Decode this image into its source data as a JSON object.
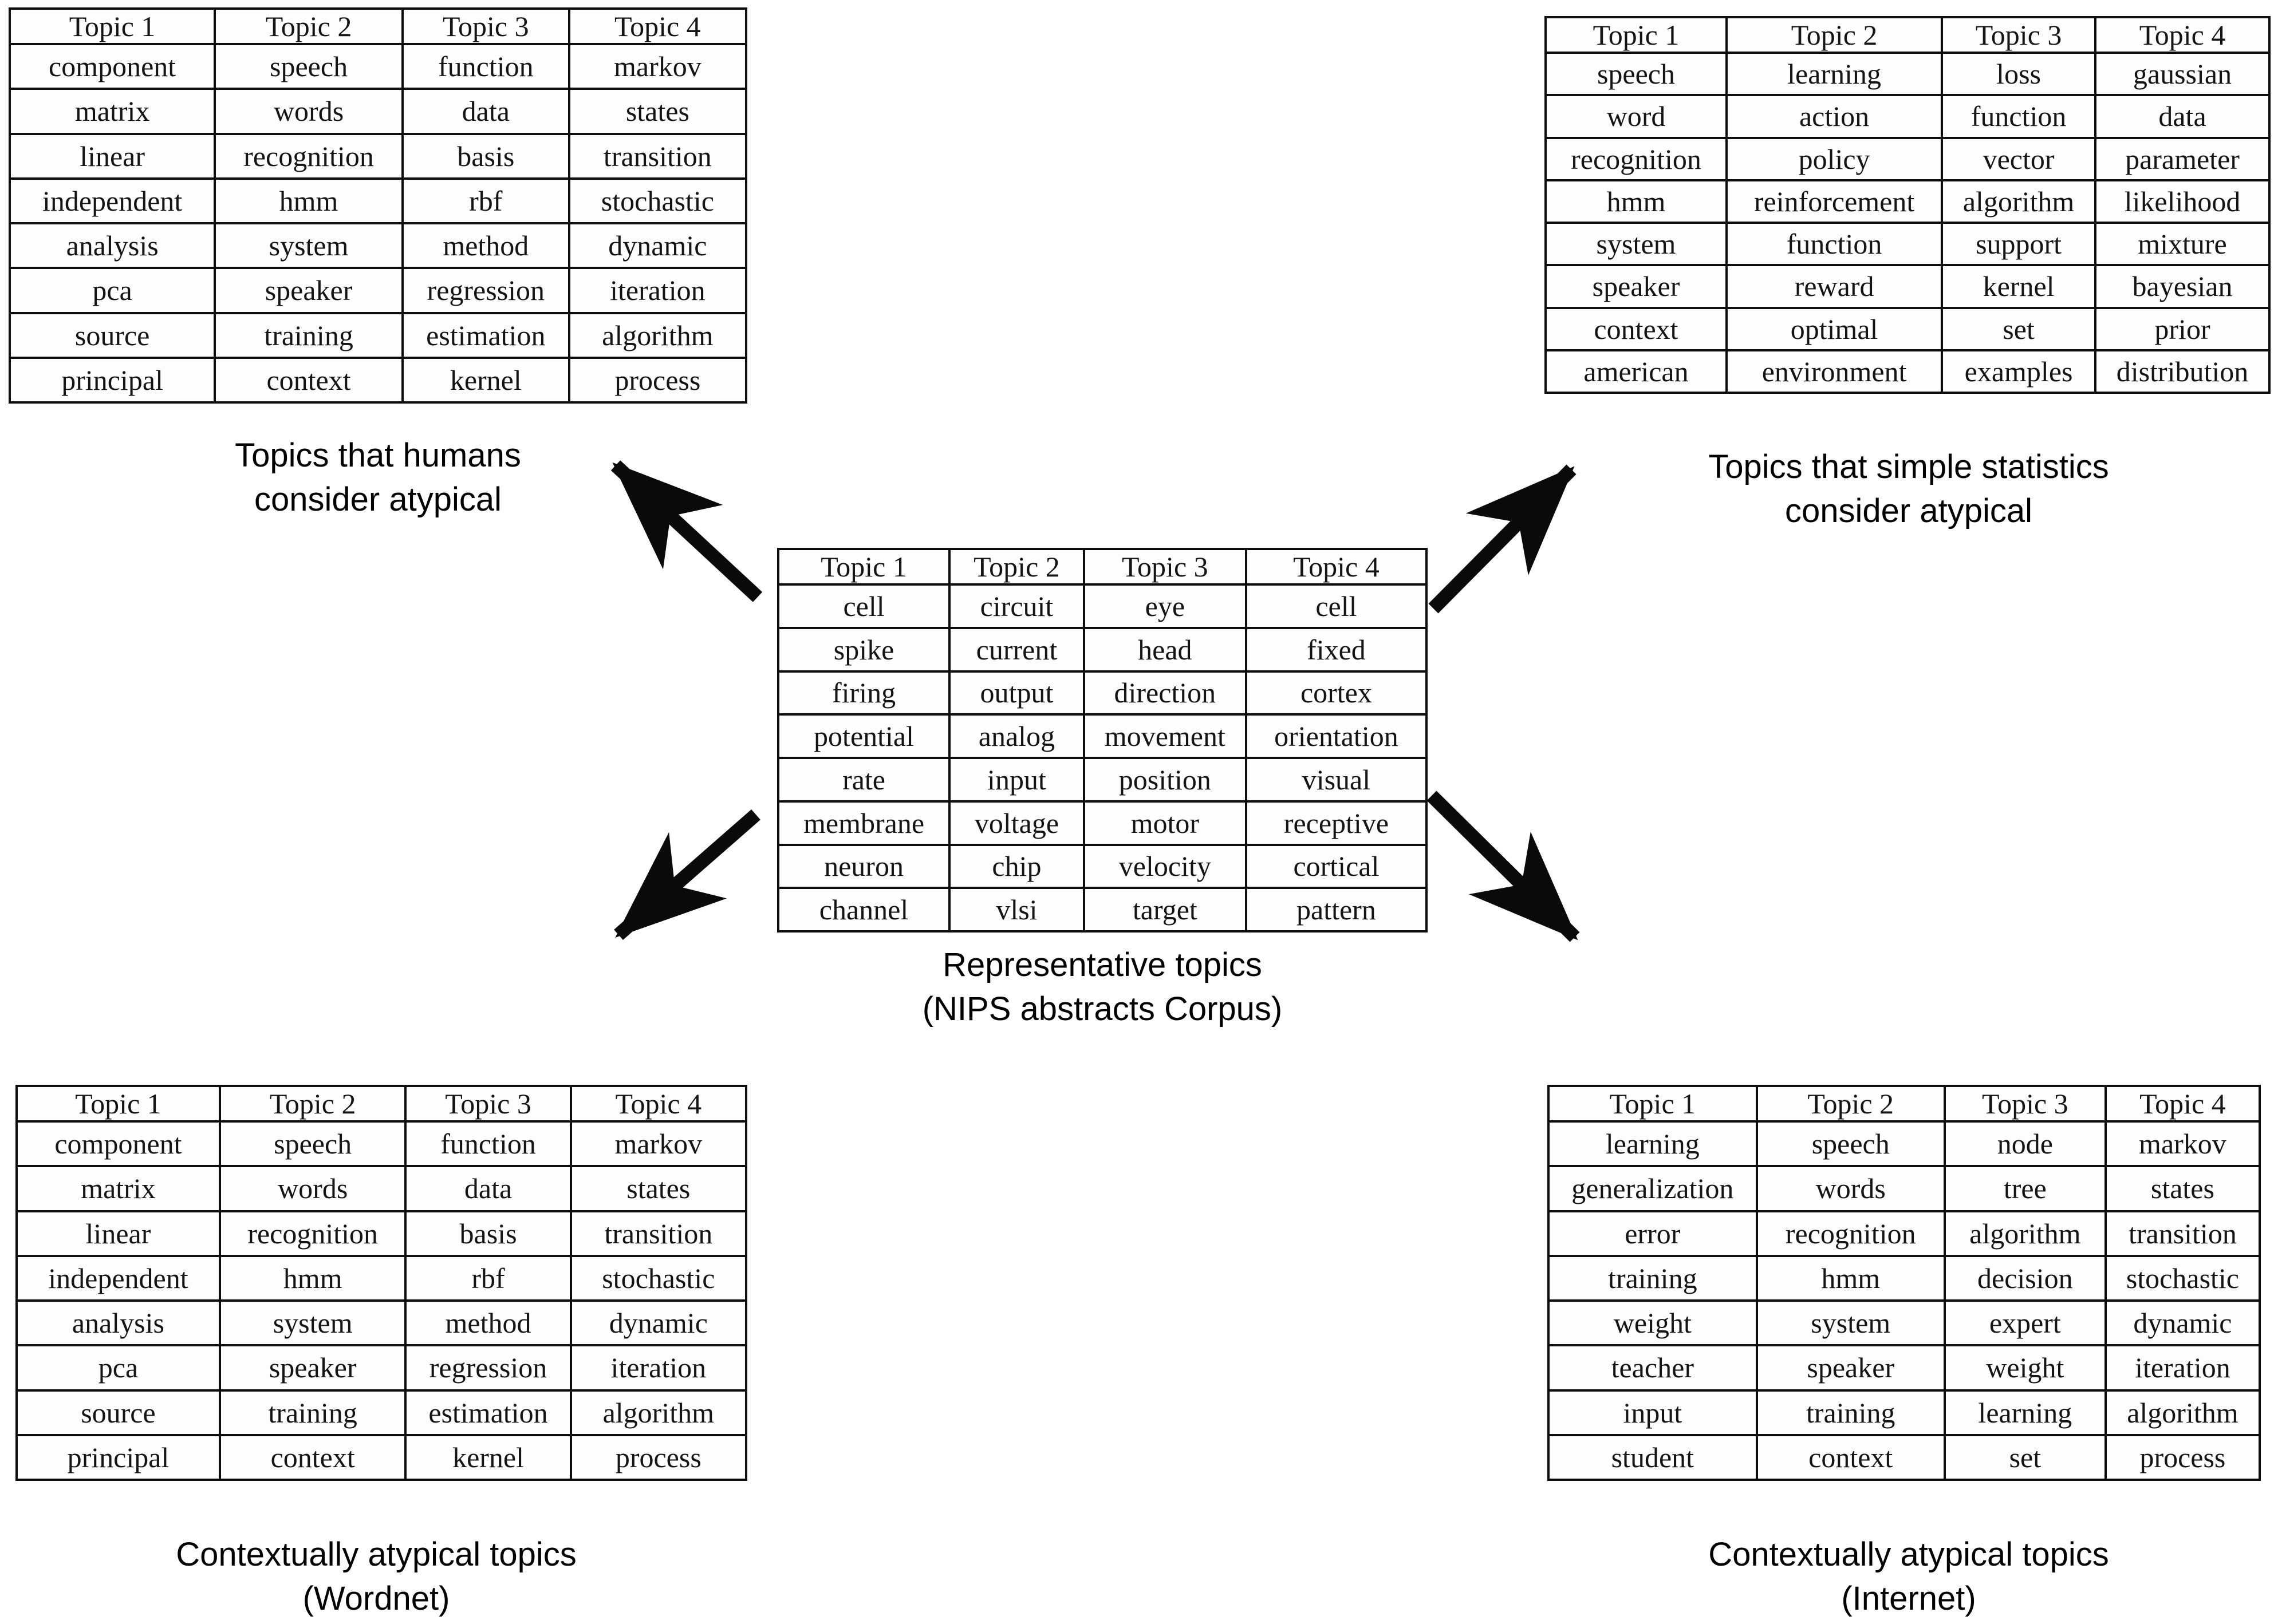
{
  "figure": {
    "center": {
      "caption_line1": "Representative topics",
      "caption_line2": "(NIPS abstracts Corpus)",
      "table": {
        "headers": [
          "Topic 1",
          "Topic 2",
          "Topic 3",
          "Topic 4"
        ],
        "rows": [
          [
            "cell",
            "circuit",
            "eye",
            "cell"
          ],
          [
            "spike",
            "current",
            "head",
            "fixed"
          ],
          [
            "firing",
            "output",
            "direction",
            "cortex"
          ],
          [
            "potential",
            "analog",
            "movement",
            "orientation"
          ],
          [
            "rate",
            "input",
            "position",
            "visual"
          ],
          [
            "membrane",
            "voltage",
            "motor",
            "receptive"
          ],
          [
            "neuron",
            "chip",
            "velocity",
            "cortical"
          ],
          [
            "channel",
            "vlsi",
            "target",
            "pattern"
          ]
        ]
      }
    },
    "top_left": {
      "caption_line1": "Topics that humans",
      "caption_line2": "consider atypical",
      "table": {
        "headers": [
          "Topic 1",
          "Topic 2",
          "Topic 3",
          "Topic 4"
        ],
        "rows": [
          [
            "component",
            "speech",
            "function",
            "markov"
          ],
          [
            "matrix",
            "words",
            "data",
            "states"
          ],
          [
            "linear",
            "recognition",
            "basis",
            "transition"
          ],
          [
            "independent",
            "hmm",
            "rbf",
            "stochastic"
          ],
          [
            "analysis",
            "system",
            "method",
            "dynamic"
          ],
          [
            "pca",
            "speaker",
            "regression",
            "iteration"
          ],
          [
            "source",
            "training",
            "estimation",
            "algorithm"
          ],
          [
            "principal",
            "context",
            "kernel",
            "process"
          ]
        ]
      }
    },
    "top_right": {
      "caption_line1": "Topics  that simple statistics",
      "caption_line2": "consider atypical",
      "table": {
        "headers": [
          "Topic 1",
          "Topic 2",
          "Topic 3",
          "Topic 4"
        ],
        "rows": [
          [
            "speech",
            "learning",
            "loss",
            "gaussian"
          ],
          [
            "word",
            "action",
            "function",
            "data"
          ],
          [
            "recognition",
            "policy",
            "vector",
            "parameter"
          ],
          [
            "hmm",
            "reinforcement",
            "algorithm",
            "likelihood"
          ],
          [
            "system",
            "function",
            "support",
            "mixture"
          ],
          [
            "speaker",
            "reward",
            "kernel",
            "bayesian"
          ],
          [
            "context",
            "optimal",
            "set",
            "prior"
          ],
          [
            "american",
            "environment",
            "examples",
            "distribution"
          ]
        ]
      }
    },
    "bottom_left": {
      "caption_line1": "Contextually atypical topics",
      "caption_line2": "(Wordnet)",
      "table": {
        "headers": [
          "Topic 1",
          "Topic 2",
          "Topic 3",
          "Topic 4"
        ],
        "rows": [
          [
            "component",
            "speech",
            "function",
            "markov"
          ],
          [
            "matrix",
            "words",
            "data",
            "states"
          ],
          [
            "linear",
            "recognition",
            "basis",
            "transition"
          ],
          [
            "independent",
            "hmm",
            "rbf",
            "stochastic"
          ],
          [
            "analysis",
            "system",
            "method",
            "dynamic"
          ],
          [
            "pca",
            "speaker",
            "regression",
            "iteration"
          ],
          [
            "source",
            "training",
            "estimation",
            "algorithm"
          ],
          [
            "principal",
            "context",
            "kernel",
            "process"
          ]
        ]
      }
    },
    "bottom_right": {
      "caption_line1": "Contextually atypical topics",
      "caption_line2": "(Internet)",
      "table": {
        "headers": [
          "Topic 1",
          "Topic 2",
          "Topic 3",
          "Topic 4"
        ],
        "rows": [
          [
            "learning",
            "speech",
            "node",
            "markov"
          ],
          [
            "generalization",
            "words",
            "tree",
            "states"
          ],
          [
            "error",
            "recognition",
            "algorithm",
            "transition"
          ],
          [
            "training",
            "hmm",
            "decision",
            "stochastic"
          ],
          [
            "weight",
            "system",
            "expert",
            "dynamic"
          ],
          [
            "teacher",
            "speaker",
            "weight",
            "iteration"
          ],
          [
            "input",
            "training",
            "learning",
            "algorithm"
          ],
          [
            "student",
            "context",
            "set",
            "process"
          ]
        ]
      }
    },
    "arrow_color": "#0a0a0a"
  }
}
